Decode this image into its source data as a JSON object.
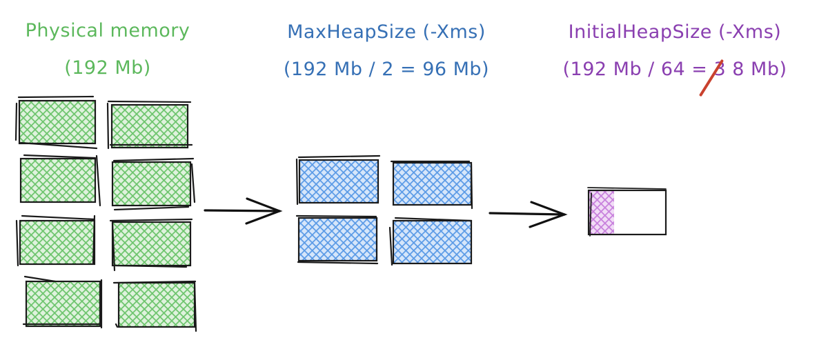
{
  "physical": {
    "title": "Physical memory",
    "size": "(192 Mb)",
    "color": "#5cb85c",
    "blocks": 8
  },
  "max_heap": {
    "title": "MaxHeapSize (-Xms)",
    "formula": "(192 Mb / 2 = 96 Mb)",
    "color": "#3670b5",
    "blocks": 4
  },
  "initial_heap": {
    "title": "InitialHeapSize (-Xms)",
    "formula_prefix": "(192 Mb / 64 = ",
    "struck_value": "3",
    "formula_suffix": " 8 Mb)",
    "color": "#8a3fb0",
    "strike_color": "#c9412e",
    "blocks": 1
  },
  "arrows": [
    "physical-to-max-heap",
    "max-heap-to-initial-heap"
  ]
}
